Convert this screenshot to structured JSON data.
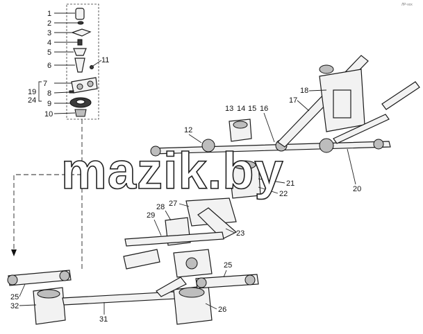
{
  "diagram": {
    "corner_code": "ЛР-xxx",
    "watermark": "mazik.by",
    "callouts": {
      "c1": "1",
      "c2": "2",
      "c3": "3",
      "c4": "4",
      "c5": "5",
      "c6": "6",
      "c7": "7",
      "c8": "8",
      "c9": "9",
      "c10": "10",
      "c11": "11",
      "c12": "12",
      "c13": "13",
      "c14": "14",
      "c15": "15",
      "c16": "16",
      "c17": "17",
      "c18": "18",
      "c19": "19",
      "c20": "20",
      "c21": "21",
      "c22": "22",
      "c23": "23",
      "c24": "24",
      "c25a": "25",
      "c25b": "25",
      "c26": "26",
      "c27": "27",
      "c28": "28",
      "c29": "29",
      "c31": "31",
      "c32": "32"
    }
  }
}
